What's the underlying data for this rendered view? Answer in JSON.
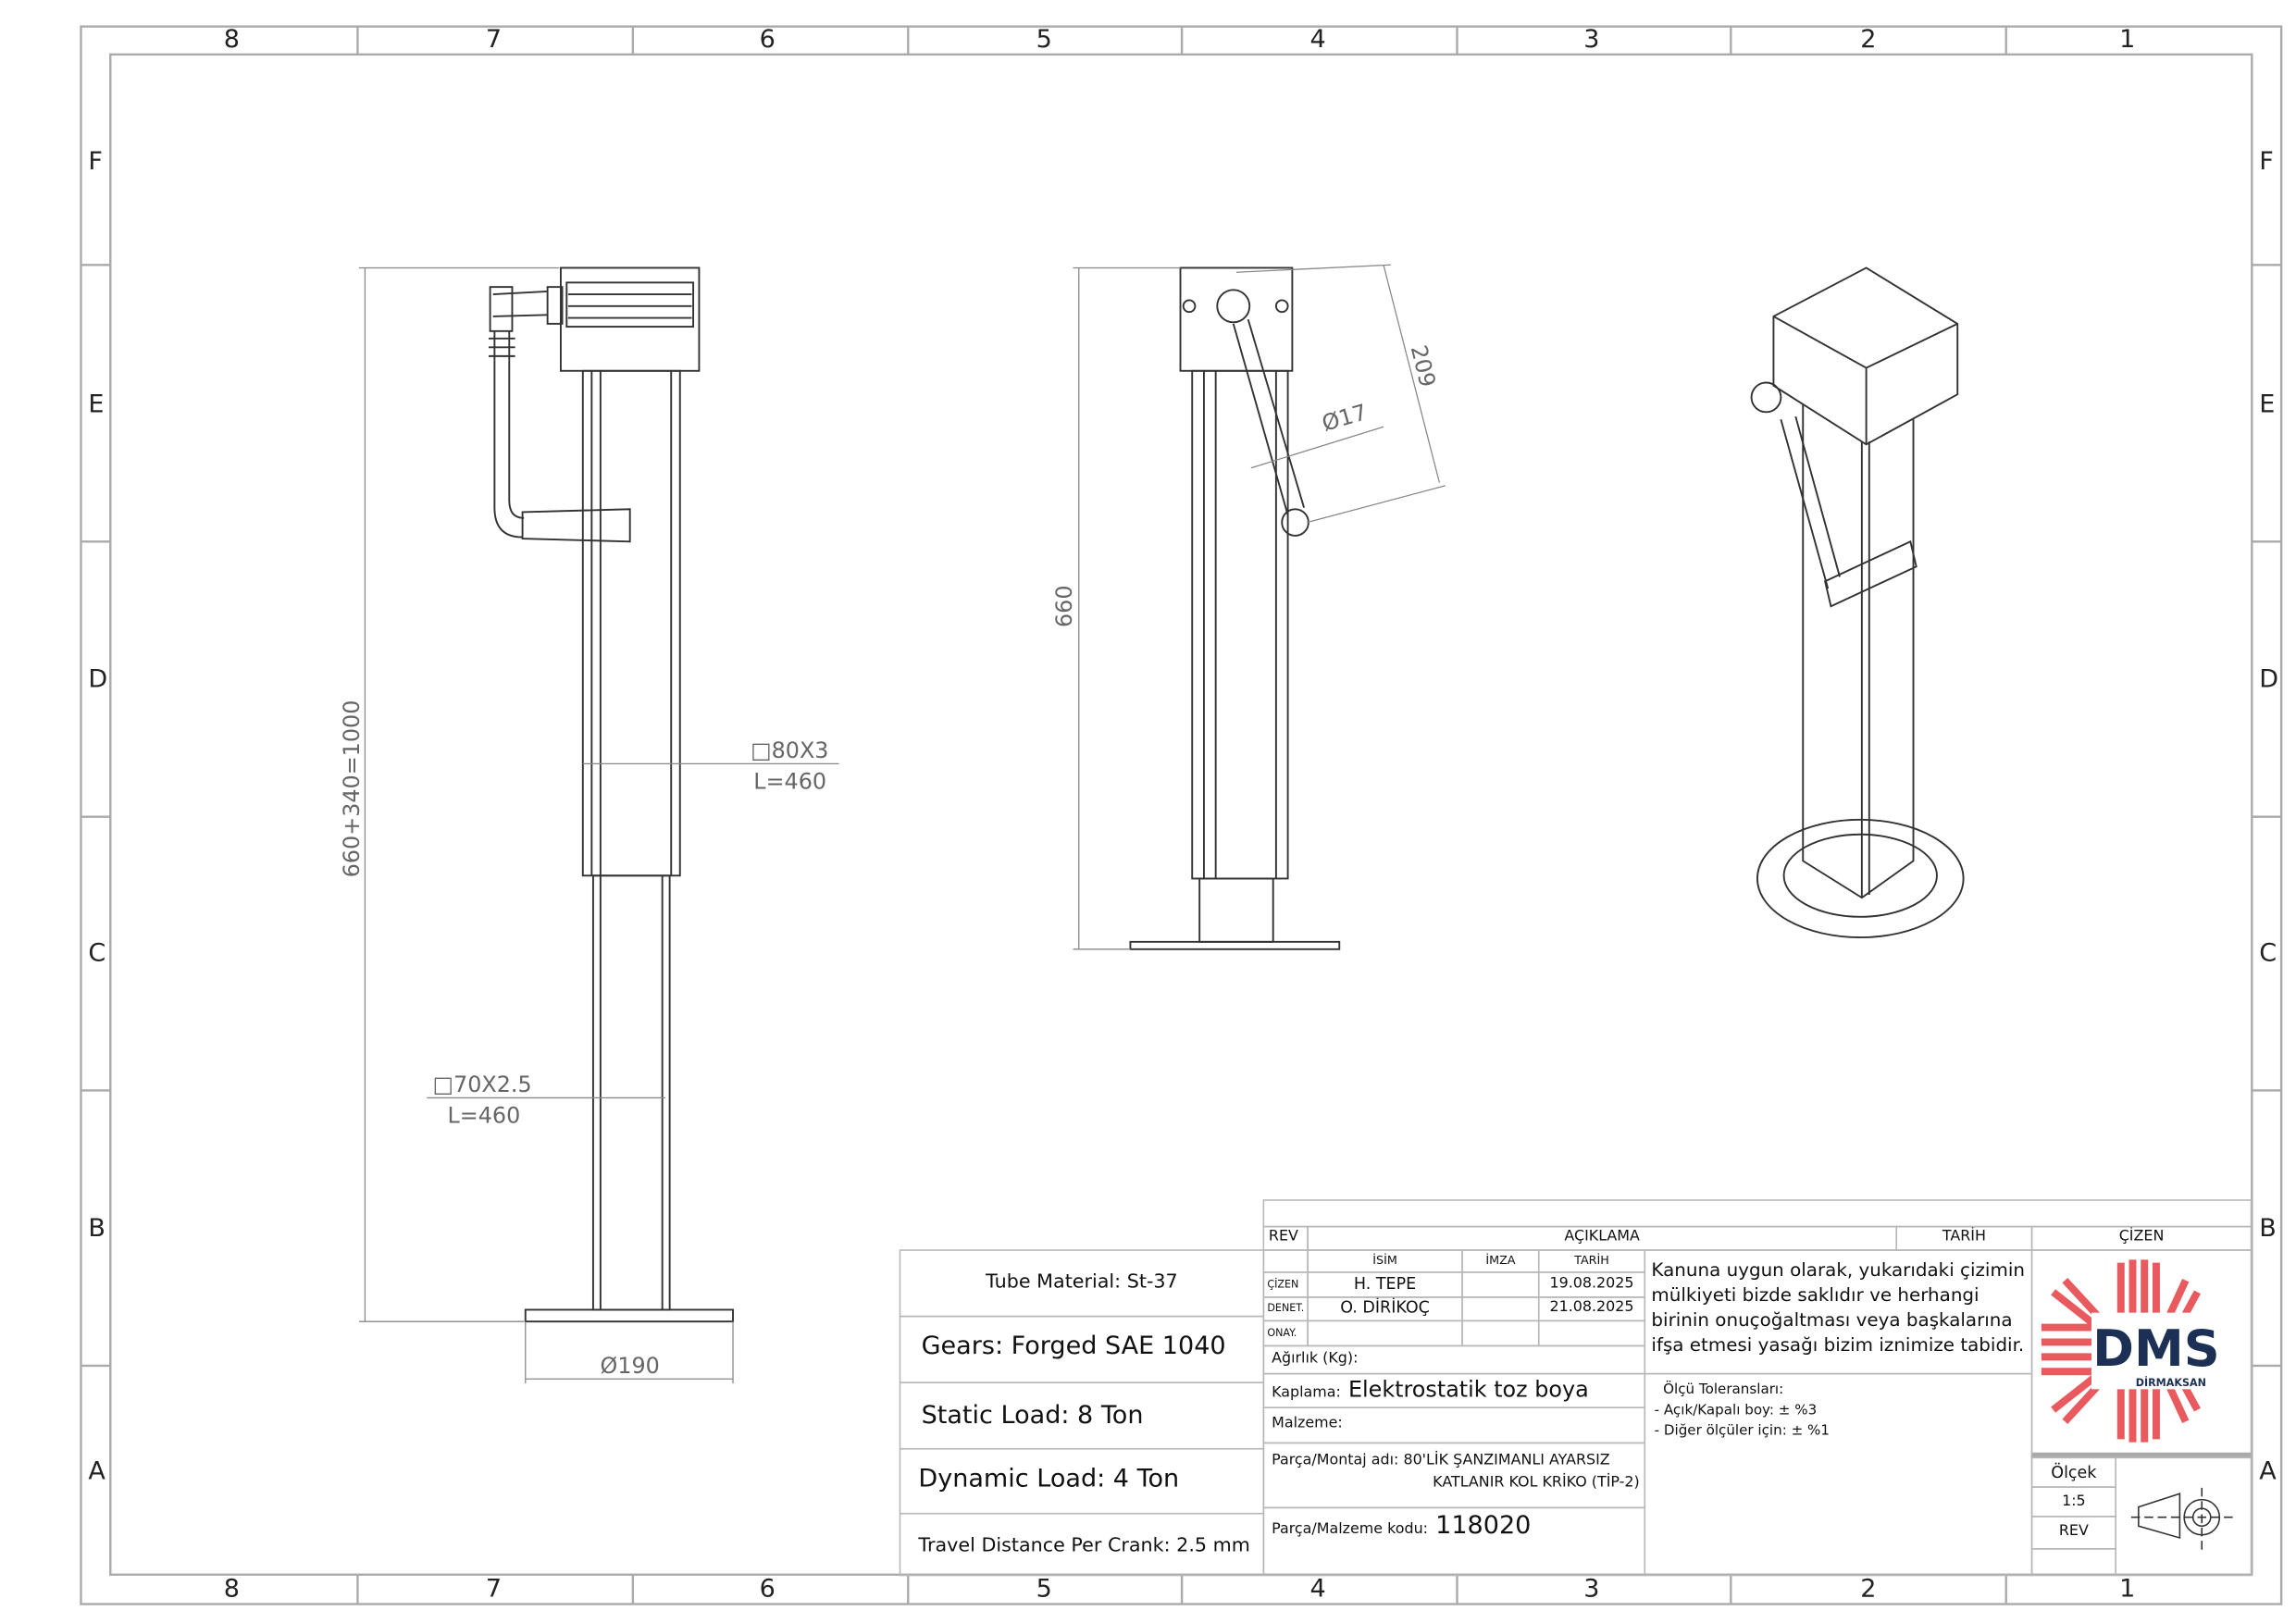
{
  "zones": {
    "columns": [
      "8",
      "7",
      "6",
      "5",
      "4",
      "3",
      "2",
      "1"
    ],
    "rows": [
      "F",
      "E",
      "D",
      "C",
      "B",
      "A"
    ]
  },
  "dimensions": {
    "side_total_height": "660+340=1000",
    "base_diameter": "Ø190",
    "outer_tube": "□80X3",
    "outer_tube_length": "L=460",
    "inner_tube": "□70X2.5",
    "inner_tube_length": "L=460",
    "front_height": "660",
    "handle_length": "209",
    "handle_diameter": "Ø17"
  },
  "specs": [
    "Tube Material: St-37",
    "Gears: Forged SAE 1040",
    "Static Load: 8 Ton",
    "Dynamic Load: 4 Ton",
    "Travel Distance Per Crank: 2.5 mm"
  ],
  "revision": {
    "rev": "REV",
    "aciklama": "AÇIKLAMA",
    "tarih": "TARİH",
    "cizen": "ÇİZEN"
  },
  "approvals": {
    "headers": [
      "İSİM",
      "İMZA",
      "TARİH"
    ],
    "rows": [
      {
        "role": "ÇİZEN",
        "name": "H. TEPE",
        "date": "19.08.2025"
      },
      {
        "role": "DENET.",
        "name": "O. DİRİKOÇ",
        "date": "21.08.2025"
      },
      {
        "role": "ONAY.",
        "name": "",
        "date": ""
      }
    ]
  },
  "fields": {
    "agirlik_label": "Ağırlık (Kg):",
    "kaplama_label": "Kaplama:",
    "kaplama_value": "Elektrostatik toz boya",
    "malzeme_label": "Malzeme:",
    "parca_label": "Parça/Montaj adı:",
    "parca_value_1": "80'LİK ŞANZIMANLI AYARSIZ",
    "parca_value_2": "KATLANIR KOL KRİKO (TİP-2)",
    "kod_label": "Parça/Malzeme kodu:",
    "kod_value": "118020"
  },
  "notice": "Kanuna uygun olarak, yukarıdaki çizimin mülkiyeti bizde saklıdır ve herhangi birinin onuçoğaltması veya başkalarına ifşa etmesi yasağı bizim iznimize tabidir.",
  "tolerances": {
    "title": "Ölçü Toleransları:",
    "line1": "- Açık/Kapalı boy: ± %3",
    "line2": "- Diğer ölçüler için: ± %1"
  },
  "logo": {
    "text": "DMS",
    "sub": "DİRMAKSAN",
    "red": "#e85a5e",
    "navy": "#1c2f55"
  },
  "scale": {
    "label": "Ölçek",
    "value": "1:5",
    "rev_label": "REV"
  }
}
